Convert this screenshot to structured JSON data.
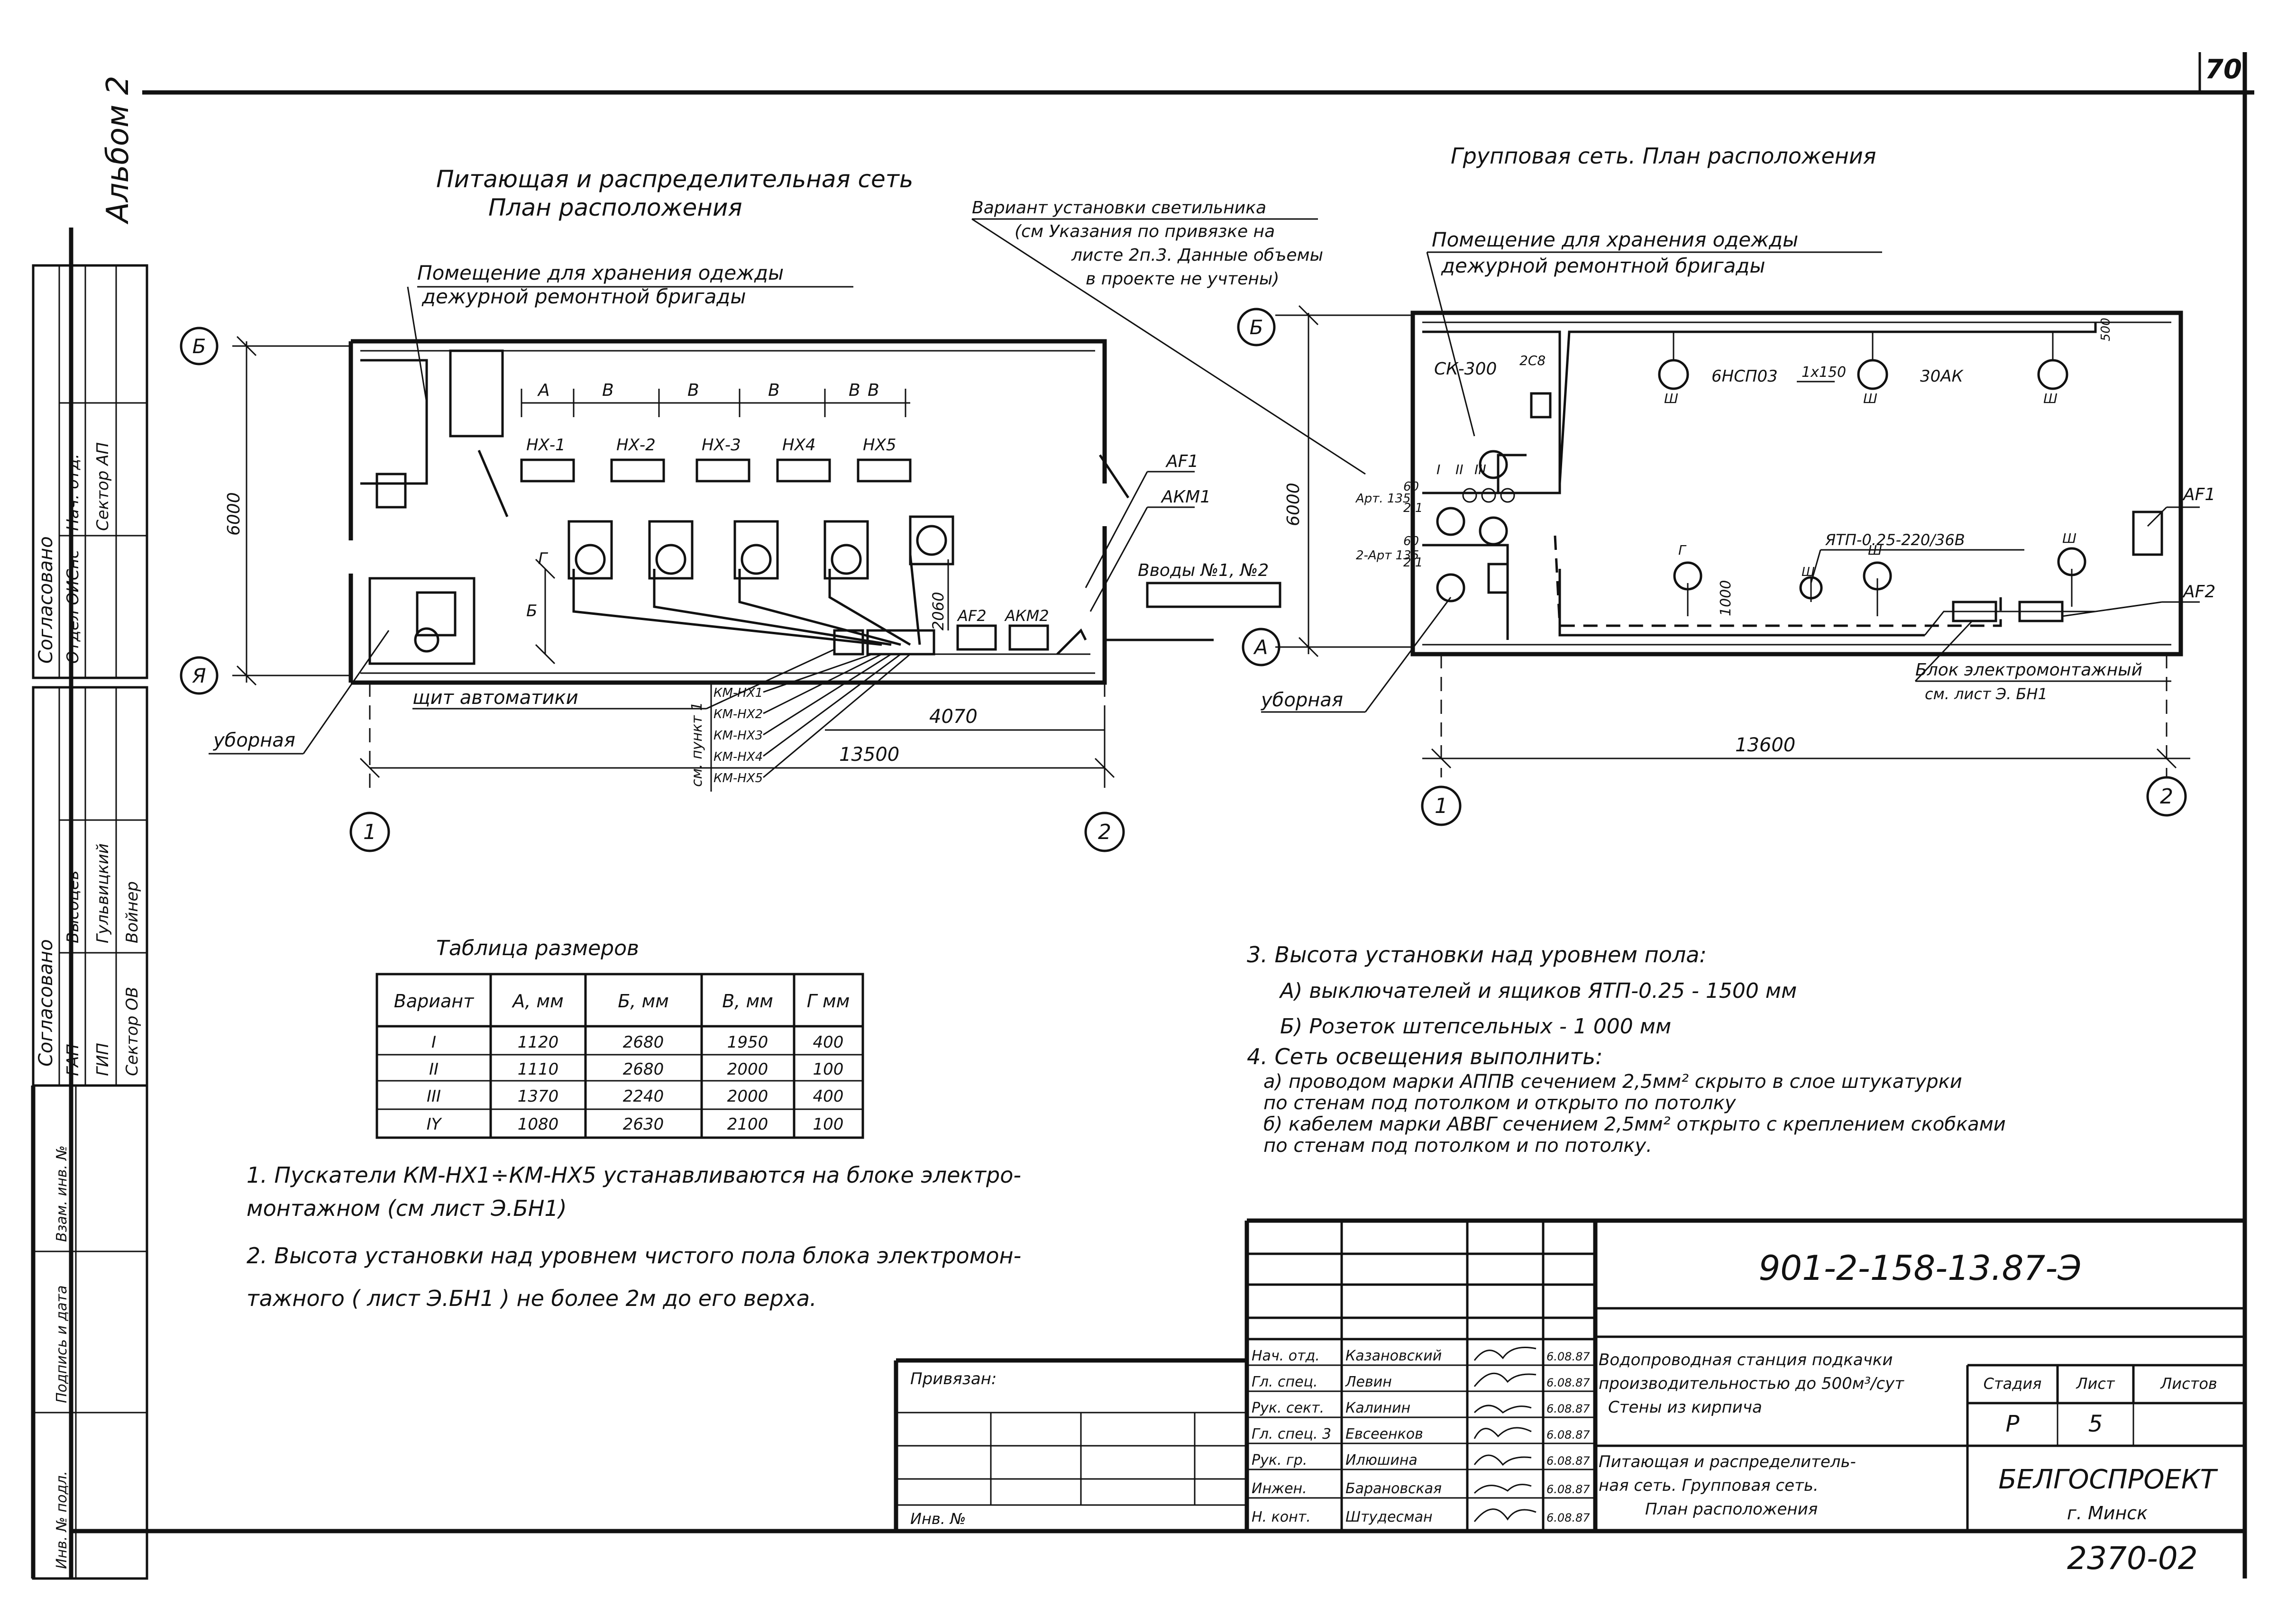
{
  "sheet": {
    "page_number": "70",
    "album_label": "Альбом 2",
    "doc_code": "901-2-158-13.87-Э",
    "archive_number": "2370-02"
  },
  "left_plan": {
    "title_line1": "Питающая и распределительная сеть",
    "title_line2": "План расположения",
    "room_callout": [
      "Помещение для хранения одежды",
      "дежурной ремонтной бригады"
    ],
    "axis_letters": [
      "Б",
      "Я"
    ],
    "axis_numbers": [
      "1",
      "2"
    ],
    "dim_height": "6000",
    "dim_total": "13500",
    "dim_right": "4070",
    "dim_small": "2060",
    "dim_labels": [
      "А",
      "В",
      "В",
      "В",
      "В",
      "В"
    ],
    "pump_labels": [
      "НХ-1",
      "НХ-2",
      "НХ-3",
      "НХ4",
      "НХ5"
    ],
    "side_labels": [
      "Г",
      "Б"
    ],
    "right_labels": [
      "АF1",
      "АКМ1",
      "АF2",
      "АКМ2"
    ],
    "inputs_label": "Вводы №1, №2",
    "panel_label": "щит автоматики",
    "toilet_label": "уборная",
    "starter_header": "см. пункт 1",
    "starters": [
      "КМ-НХ1",
      "КМ-НХ2",
      "КМ-НХ3",
      "КМ-НХ4",
      "КМ-НХ5"
    ]
  },
  "variant_note": [
    "Вариант установки светильника",
    "(см Указания по привязке на",
    "листе 2п.3. Данные объемы",
    "в проекте не учтены)"
  ],
  "right_plan": {
    "title": "Групповая сеть. План расположения",
    "room_callout": [
      "Помещение для хранения одежды",
      "дежурной ремонтной бригады"
    ],
    "axis_letters": [
      "Б",
      "А"
    ],
    "axis_numbers": [
      "1",
      "2"
    ],
    "dim_height": "6000",
    "dim_total": "13600",
    "dim_small": "1000",
    "dim_top": "500",
    "panel": "СК-300",
    "panel_note": "2С8",
    "fixtures_note": "6НСП03",
    "fixtures_note2": "1х150",
    "fixtures_note3": "30АК",
    "lamp_marks": [
      "Ш",
      "Ш",
      "Ш",
      "Г",
      "Ш",
      "Ш",
      "Ш"
    ],
    "circuit_marks": [
      "I",
      "II",
      "III"
    ],
    "left_notes": [
      "Арт. 135",
      "60",
      "2,1",
      "2-Арт 135",
      "60",
      "2,1"
    ],
    "ytp": "ЯТП-0.25-220/36В",
    "right_labels": [
      "АF1",
      "АF2"
    ],
    "block_note": [
      "Блок электромонтажный",
      "см. лист Э. БН1"
    ],
    "toilet_label": "уборная"
  },
  "table": {
    "title": "Таблица размеров",
    "headers": [
      "Вариант",
      "А, мм",
      "Б, мм",
      "В, мм",
      "Г мм"
    ],
    "rows": [
      [
        "I",
        "1120",
        "2680",
        "1950",
        "400"
      ],
      [
        "II",
        "1110",
        "2680",
        "2000",
        "100"
      ],
      [
        "III",
        "1370",
        "2240",
        "2000",
        "400"
      ],
      [
        "IY",
        "1080",
        "2630",
        "2100",
        "100"
      ]
    ]
  },
  "notes_left": [
    "1. Пускатели КМ-НХ1÷КМ-НХ5 устанавливаются на блоке электро-",
    "монтажном (см лист Э.БН1)",
    "2. Высота установки над уровнем чистого пола блока электромон-",
    "тажного ( лист Э.БН1       ) не более 2м до его верха."
  ],
  "notes_right": [
    "3. Высота установки над уровнем пола:",
    "А) выключателей и ящиков ЯТП-0.25  - 1500 мм",
    "Б) Розеток штепсельных                   - 1 000 мм",
    "4. Сеть освещения выполнить:",
    "а) проводом марки АППВ сечением 2,5мм² скрыто в слое штукатурки",
    "по стенам под потолком и открыто по потолку",
    "б) кабелем марки АВВГ сечением 2,5мм² открыто с креплением скобками",
    "по стенам под потолком и по потолку."
  ],
  "side_stamp": {
    "agreed": "Согласовано",
    "rows": [
      "Нач. отд.",
      "Отдел ОИСнс",
      "Сектор АП"
    ],
    "agreed2": "Согласовано",
    "rows2": [
      "ГАП",
      "ГИП",
      "Сектор ОВ"
    ],
    "names2": [
      "Высоцев",
      "Гульвицкий",
      "Войнер"
    ],
    "vertical_cells": [
      "Взам. инв. №",
      "Подпись и дата",
      "Инв. № подл."
    ]
  },
  "title_block": {
    "privyazan": "Привязан:",
    "inv": "Инв. №",
    "roles": [
      "Нач. отд.",
      "Гл. спец.",
      "Рук. сект.",
      "Гл. спец. 3",
      "Рук. гр.",
      "Инжен.",
      "Н. конт."
    ],
    "names": [
      "Казановский",
      "Левин",
      "Калинин",
      "Евсеенков",
      "Илюшина",
      "Барановская",
      "Штудесман"
    ],
    "dates": [
      "6.08.87",
      "6.08.87",
      "6.08.87",
      "6.08.87",
      "6.08.87",
      "6.08.87",
      "6.08.87"
    ],
    "project": [
      "Водопроводная станция подкачки",
      "производительностью до 500м³/сут",
      "Стены из кирпича"
    ],
    "sheet_title": [
      "Питающая и распределитель-",
      "ная сеть. Групповая сеть.",
      "План расположения"
    ],
    "stage_header": "Стадия",
    "sheet_header": "Лист",
    "sheets_header": "Листов",
    "stage": "Р",
    "sheet_no": "5",
    "org": "БЕЛГОСПРОЕКТ",
    "city": "г. Минск"
  }
}
